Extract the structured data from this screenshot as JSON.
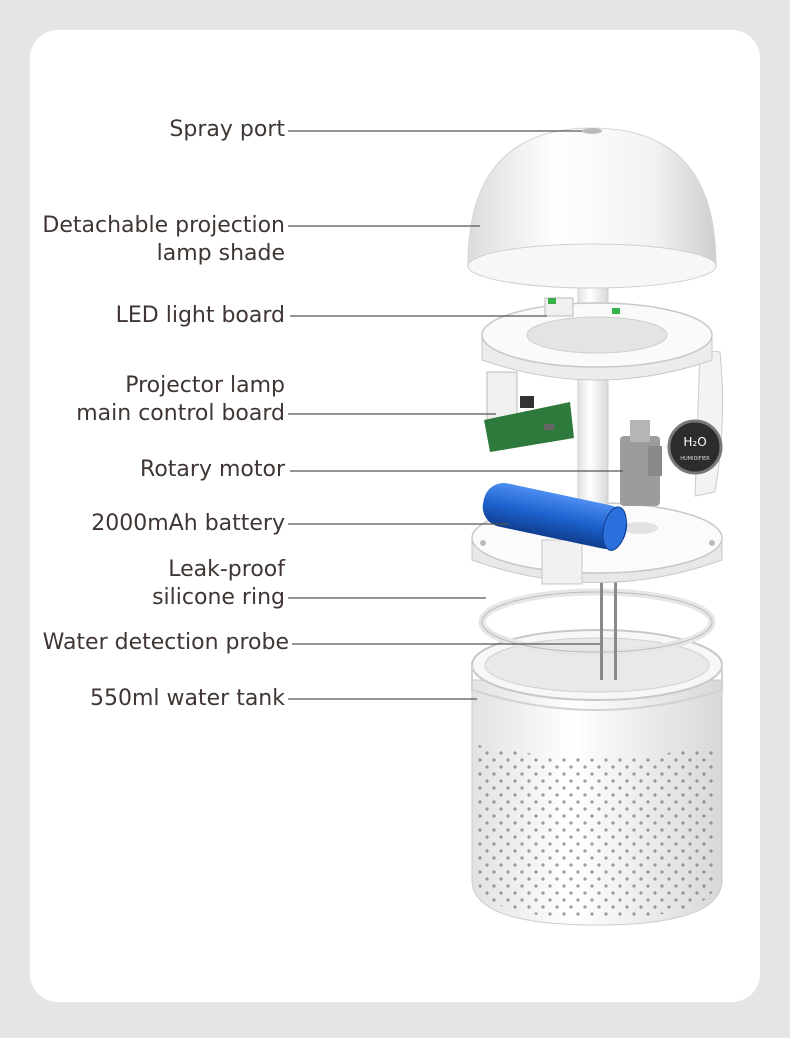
{
  "labels": {
    "spray_port": "Spray port",
    "lamp_shade_line1": "Detachable projection",
    "lamp_shade_line2": "lamp shade",
    "led_board": "LED light board",
    "control_board_line1": "Projector lamp",
    "control_board_line2": "main control board",
    "rotary_motor": "Rotary motor",
    "battery": "2000mAh battery",
    "silicone_ring_line1": "Leak-proof",
    "silicone_ring_line2": "silicone ring",
    "water_probe": "Water detection probe",
    "water_tank": "550ml water tank"
  },
  "badge": {
    "line1": "H₂O",
    "line2": "HUMIDIFIER"
  },
  "colors": {
    "page_bg": "#e5e5e5",
    "card_bg": "#ffffff",
    "text": "#3f3633",
    "leader_line": "#555555",
    "battery": "#1e63d0",
    "pcb": "#2e7a3c"
  }
}
